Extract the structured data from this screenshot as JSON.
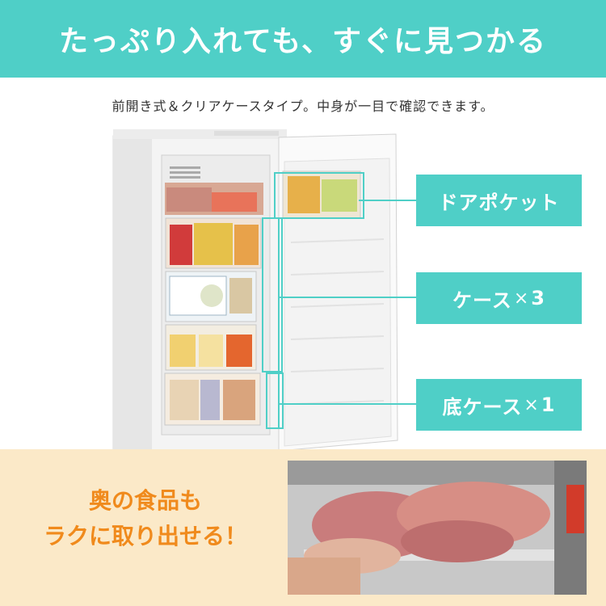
{
  "banner": {
    "title": "たっぷり入れても、すぐに見つかる"
  },
  "subtitle": "前開き式＆クリアケースタイプ。中身が一目で確認できます。",
  "callouts": [
    {
      "label": "ドアポケット"
    },
    {
      "label": "ケース",
      "times": "×",
      "count": "3"
    },
    {
      "label": "底ケース",
      "times": "×",
      "count": "1"
    }
  ],
  "bottom": {
    "line1": "奥の食品も",
    "line2": "ラクに取り出せる！"
  },
  "colors": {
    "accent": "#4fcfc7",
    "bottom_bg": "#fbe9c8",
    "bottom_text": "#f08a1c"
  }
}
